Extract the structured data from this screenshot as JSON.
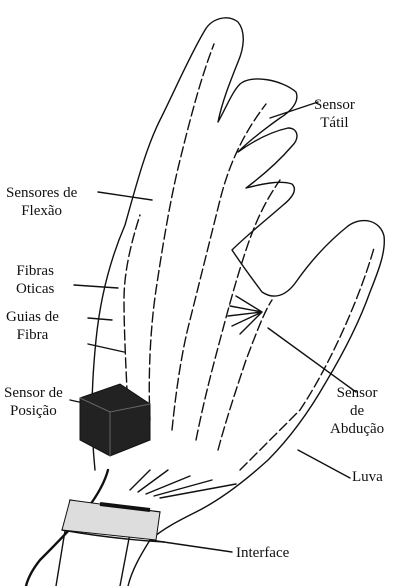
{
  "labels": {
    "sensor_tatil": [
      "Sensor",
      "Tátil"
    ],
    "sensores_flexao": [
      "Sensores de",
      "Flexão"
    ],
    "fibras_oticas": [
      "Fibras",
      "Oticas"
    ],
    "guias_fibra": [
      "Guias de",
      "Fibra"
    ],
    "sensor_posicao": [
      "Sensor de",
      "Posição"
    ],
    "sensor_abducao": [
      "Sensor",
      "de",
      "Abdução"
    ],
    "luva": "Luva",
    "interface": "Interface"
  },
  "colors": {
    "ink": "#111111",
    "background": "#ffffff",
    "sensor_block": "#222222"
  }
}
